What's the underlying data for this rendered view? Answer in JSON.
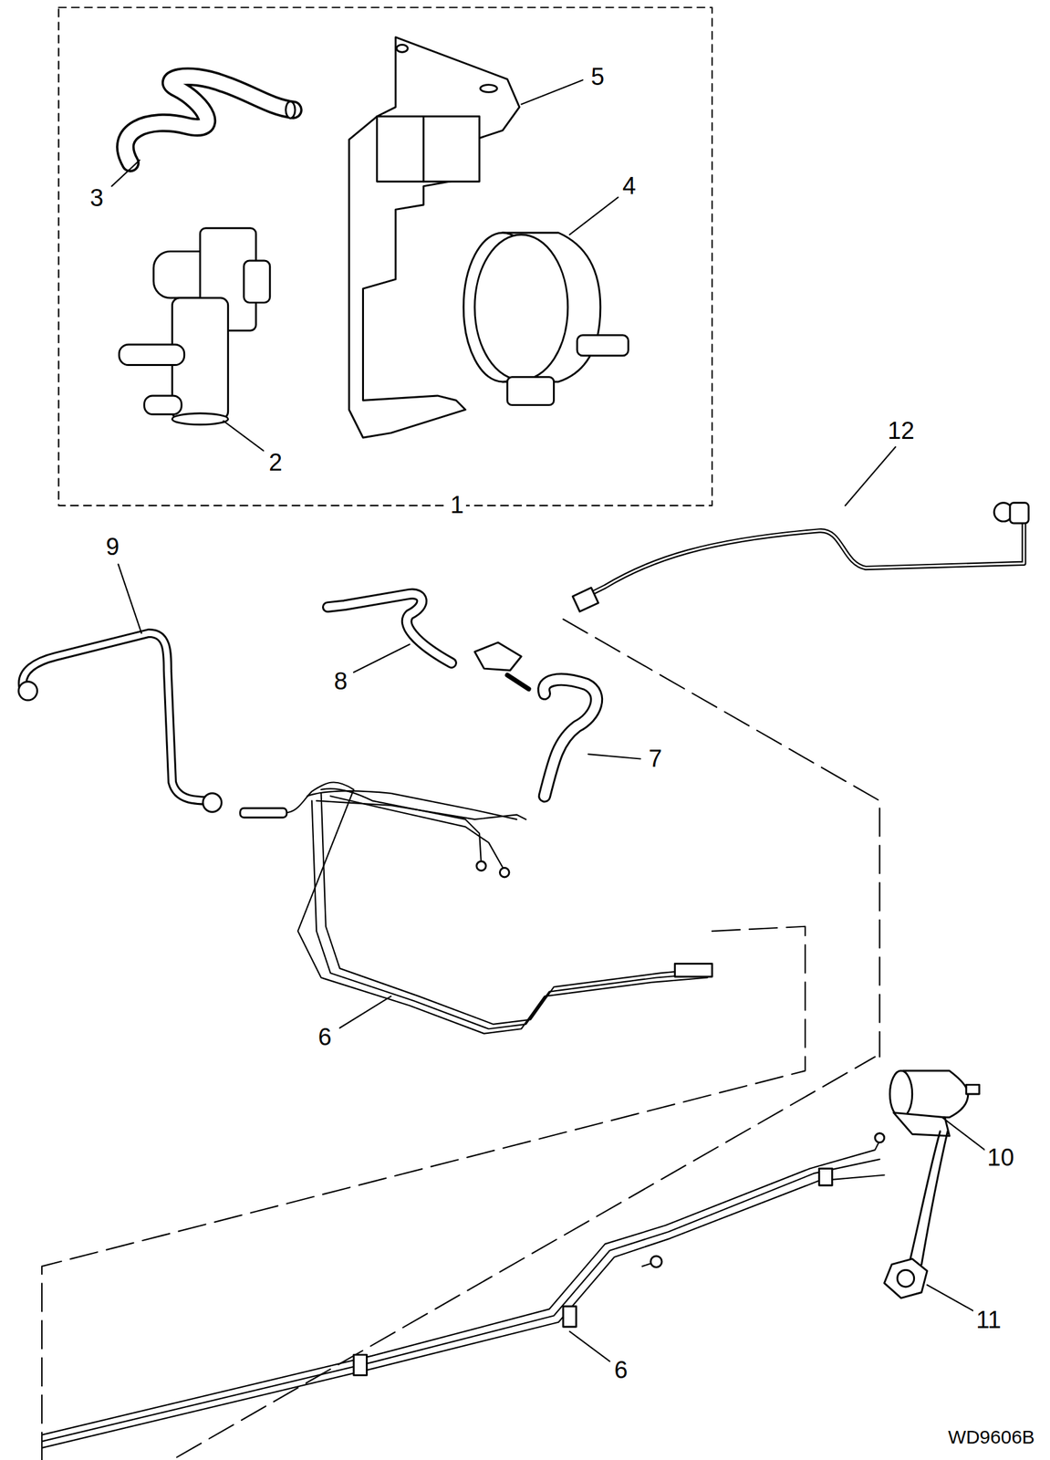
{
  "diagram": {
    "labels": [
      "5",
      "3",
      "4",
      "2",
      "1",
      "12",
      "9",
      "8",
      "7",
      "6",
      "10",
      "11",
      "6",
      "WD9606B"
    ]
  }
}
